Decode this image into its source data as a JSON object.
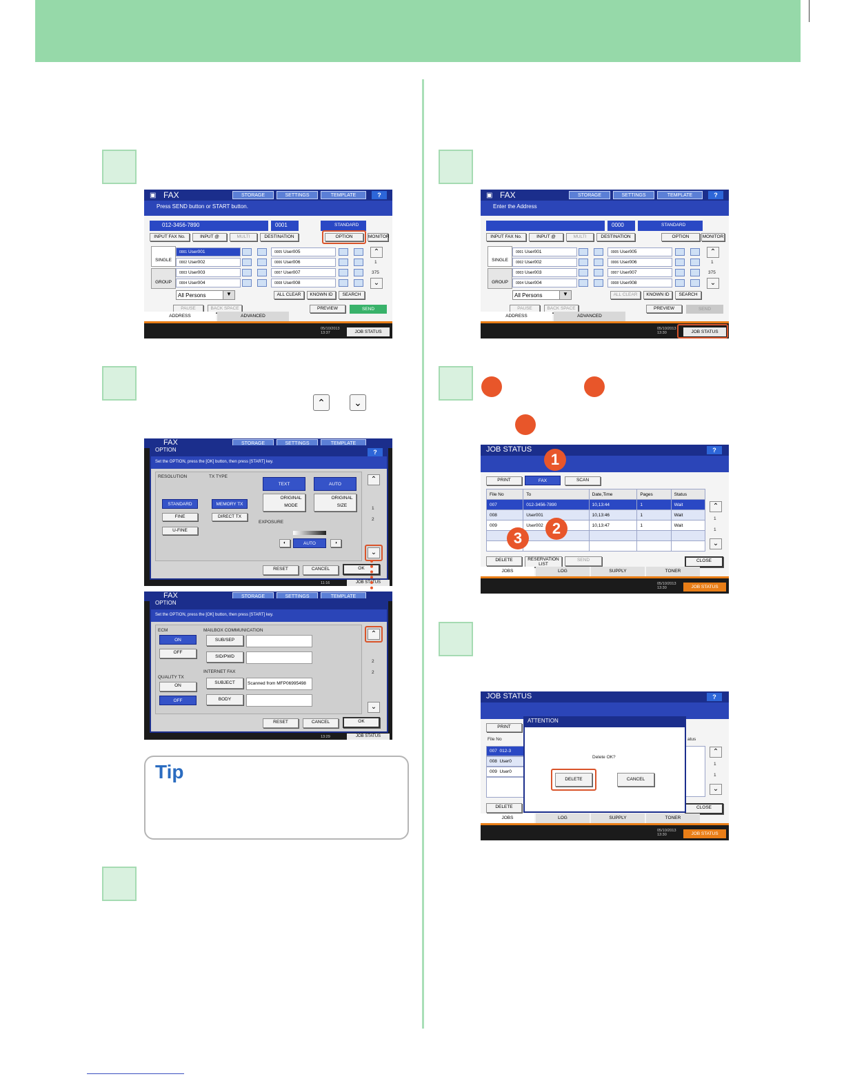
{
  "colors": {
    "header": "#96d9a9",
    "step": "#d9f1df",
    "accent": "#e8562a",
    "fax_blue": "#1b2e8c"
  },
  "screen_fax_a": {
    "title": "FAX",
    "message": "Press SEND button or START button.",
    "top": {
      "storage": "STORAGE",
      "settings": "SETTINGS",
      "template": "TEMPLATE",
      "help": "?"
    },
    "number": "012-3456-7890",
    "count": "0001",
    "standard": "STANDARD",
    "buttons": {
      "input_fax": "INPUT FAX No.",
      "input_at": "INPUT @",
      "multi": "MULTI",
      "destination": "DESTINATION",
      "option": "OPTION",
      "monitor": "MONITOR"
    },
    "single": "SINGLE",
    "group": "GROUP",
    "left_list": [
      {
        "id": "0001",
        "name": "User001"
      },
      {
        "id": "0002",
        "name": "User002"
      },
      {
        "id": "0003",
        "name": "User003"
      },
      {
        "id": "0004",
        "name": "User004"
      }
    ],
    "right_list": [
      {
        "id": "0005",
        "name": "User005"
      },
      {
        "id": "0006",
        "name": "User006"
      },
      {
        "id": "0007",
        "name": "User007"
      },
      {
        "id": "0008",
        "name": "User008"
      }
    ],
    "page": "1",
    "total": "375",
    "filter": "All Persons",
    "all_clear": "ALL CLEAR",
    "known_id": "KNOWN ID",
    "search": "SEARCH",
    "pause": "PAUSE",
    "back_space": "BACK SPACE",
    "preview": "PREVIEW",
    "send": "SEND",
    "tab_address": "ADDRESS",
    "tab_advanced": "ADVANCED",
    "date": "05/10/2013",
    "time": "13:37",
    "job_status": "JOB STATUS"
  },
  "screen_fax_b": {
    "title": "FAX",
    "message": "Enter the Address",
    "count": "0000",
    "time": "13:30"
  },
  "option1": {
    "title": "OPTION",
    "help": "?",
    "message": "Set the OPTION, press the [OK] button, then press [START] key.",
    "resolution": "RESOLUTION",
    "tx_type": "TX TYPE",
    "standard": "STANDARD",
    "fine": "FINE",
    "ufine": "U-FINE",
    "memory_tx": "MEMORY TX",
    "direct_tx": "DIRECT TX",
    "text": "TEXT",
    "auto": "AUTO",
    "original_mode": "ORIGINAL MODE",
    "original_size": "ORIGINAL SIZE",
    "exposure": "EXPOSURE",
    "exp_auto": "AUTO",
    "page": "1",
    "total": "2",
    "reset": "RESET",
    "cancel": "CANCEL",
    "ok": "OK",
    "time": "11:16",
    "under_title": "FAX",
    "storage": "STORAGE",
    "settings": "SETTINGS",
    "template": "TEMPLATE",
    "job": "JOB STATUS"
  },
  "option2": {
    "title": "OPTION",
    "message": "Set the OPTION, press the [OK] button, then press [START] key.",
    "ecm": "ECM",
    "on": "ON",
    "off": "OFF",
    "mailbox": "MAILBOX COMMUNICATION",
    "sub_sep": "SUB/SEP",
    "sid_pwd": "SID/PWD",
    "quality_tx": "QUALITY TX",
    "internet_fax": "INTERNET FAX",
    "subject": "SUBJECT",
    "subject_value": "Scanned from MFP06995498",
    "body": "BODY",
    "page": "2",
    "total": "2",
    "reset": "RESET",
    "cancel": "CANCEL",
    "ok": "OK",
    "time": "13:29",
    "under_title": "FAX",
    "storage": "STORAGE",
    "settings": "SETTINGS",
    "template": "TEMPLATE",
    "job": "JOB STATUS"
  },
  "tip": {
    "title": "Tip"
  },
  "jobstatus": {
    "title": "JOB STATUS",
    "help": "?",
    "print": "PRINT",
    "fax": "FAX",
    "scan": "SCAN",
    "cols": [
      "File No",
      "To",
      "Date,Time",
      "Pages",
      "Status"
    ],
    "rows": [
      [
        "007",
        "012-3456-7890",
        "10,13:44",
        "1",
        "Wait"
      ],
      [
        "008",
        "User001",
        "10,13:46",
        "1",
        "Wait"
      ],
      [
        "009",
        "User002",
        "10,13:47",
        "1",
        "Wait"
      ]
    ],
    "page": "1",
    "total": "1",
    "delete": "DELETE",
    "reservation": "RESERVATION LIST",
    "send": "SEND",
    "close": "CLOSE",
    "tabs": [
      "JOBS",
      "LOG",
      "SUPPLY",
      "TONER"
    ],
    "date": "05/10/2013",
    "time": "13:30",
    "job_status": "JOB STATUS",
    "markers": [
      "1",
      "2",
      "3"
    ]
  },
  "attention": {
    "title": "JOB STATUS",
    "help": "?",
    "print": "PRINT",
    "file_no": "File No",
    "status_part": "atus",
    "rows": [
      [
        "007",
        "012-3"
      ],
      [
        "008",
        "User0"
      ],
      [
        "009",
        "User0"
      ]
    ],
    "dialog_title": "ATTENTION",
    "question": "Delete OK?",
    "delete": "DELETE",
    "cancel": "CANCEL",
    "close": "CLOSE",
    "tabs": [
      "JOBS",
      "LOG",
      "SUPPLY",
      "TONER"
    ],
    "date": "05/10/2013",
    "time": "13:30",
    "job_status": "JOB STATUS",
    "page": "1",
    "total": "1",
    "del_bottom": "DELETE"
  }
}
